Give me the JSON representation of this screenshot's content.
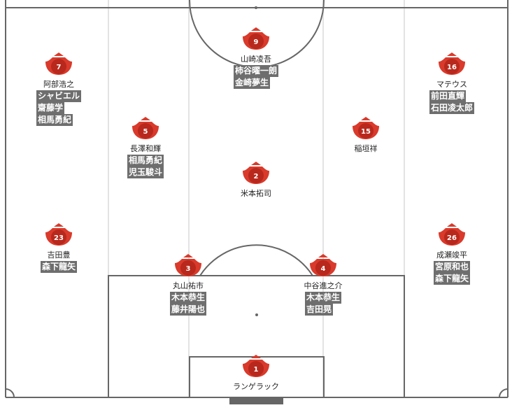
{
  "colors": {
    "shirt": "#d93a2b",
    "shirt_dark": "#b8281c",
    "sub_bg": "#6e6e6e",
    "stripe": "#efefef",
    "line": "#666666"
  },
  "players": [
    {
      "id": "p9",
      "number": "9",
      "name": "山崎凌吾",
      "subs": [
        "柿谷曜一朗",
        "金崎夢生"
      ]
    },
    {
      "id": "p7",
      "number": "7",
      "name": "阿部浩之",
      "subs": [
        "シャビエル",
        "齋藤学",
        "相馬勇紀"
      ]
    },
    {
      "id": "p16",
      "number": "16",
      "name": "マテウス",
      "subs": [
        "前田直輝",
        "石田凌太郎"
      ]
    },
    {
      "id": "p5",
      "number": "5",
      "name": "長澤和輝",
      "subs": [
        "相馬勇紀",
        "児玉駿斗"
      ]
    },
    {
      "id": "p15",
      "number": "15",
      "name": "稲垣祥",
      "subs": []
    },
    {
      "id": "p2",
      "number": "2",
      "name": "米本拓司",
      "subs": []
    },
    {
      "id": "p23",
      "number": "23",
      "name": "吉田豊",
      "subs": [
        "森下龍矢"
      ]
    },
    {
      "id": "p26",
      "number": "26",
      "name": "成瀬竣平",
      "subs": [
        "宮原和也",
        "森下龍矢"
      ]
    },
    {
      "id": "p3",
      "number": "3",
      "name": "丸山祐市",
      "subs": [
        "木本恭生",
        "藤井陽也"
      ]
    },
    {
      "id": "p4",
      "number": "4",
      "name": "中谷進之介",
      "subs": [
        "木本恭生",
        "吉田晃"
      ]
    },
    {
      "id": "p1",
      "number": "1",
      "name": "ランゲラック",
      "subs": []
    }
  ]
}
